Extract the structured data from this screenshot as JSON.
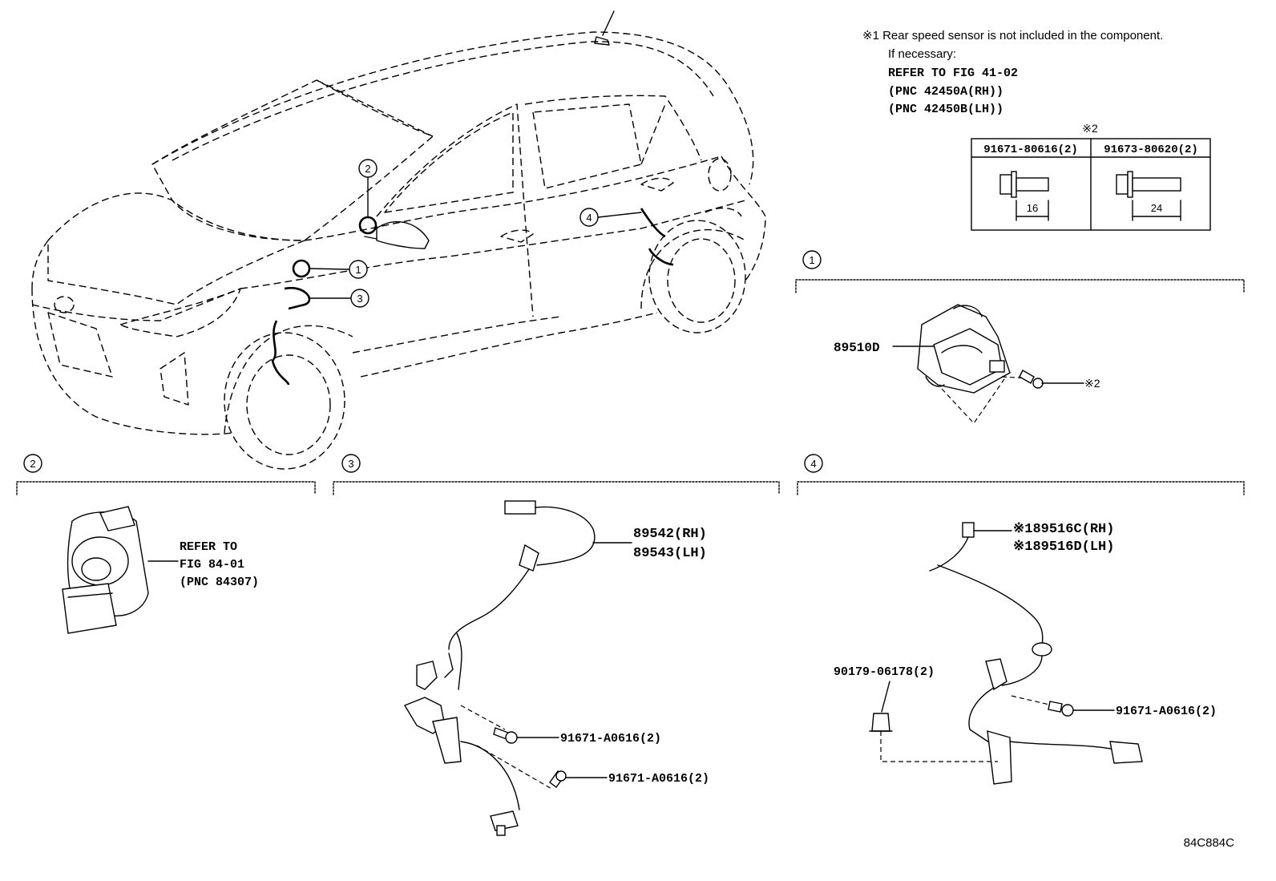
{
  "note": {
    "line1": "※1 Rear speed sensor is not included in the component.",
    "line2": "If necessary:",
    "line3": "REFER TO FIG 41-02",
    "line4": "(PNC 42450A(RH))",
    "line5": "(PNC 42450B(LH))"
  },
  "bolt_table": {
    "mark": "※2",
    "col1_header": "91671-80616(2)",
    "col2_header": "91673-80620(2)",
    "col1_dim": "16",
    "col2_dim": "24"
  },
  "callouts": {
    "c1": "1",
    "c2": "2",
    "c3": "3",
    "c4": "4"
  },
  "section1": {
    "part": "89510D",
    "bolt_ref": "※2"
  },
  "section2": {
    "ref1": "REFER TO",
    "ref2": "FIG 84-01",
    "ref3": "(PNC 84307)"
  },
  "section3": {
    "part_rh": "89542(RH)",
    "part_lh": "89543(LH)",
    "bolt1": "91671-A0616(2)",
    "bolt2": "91671-A0616(2)"
  },
  "section4": {
    "part_rh": "※189516C(RH)",
    "part_lh": "※189516D(LH)",
    "clip": "90179-06178(2)",
    "bolt": "91671-A0616(2)"
  },
  "figure_code": "84C884C"
}
